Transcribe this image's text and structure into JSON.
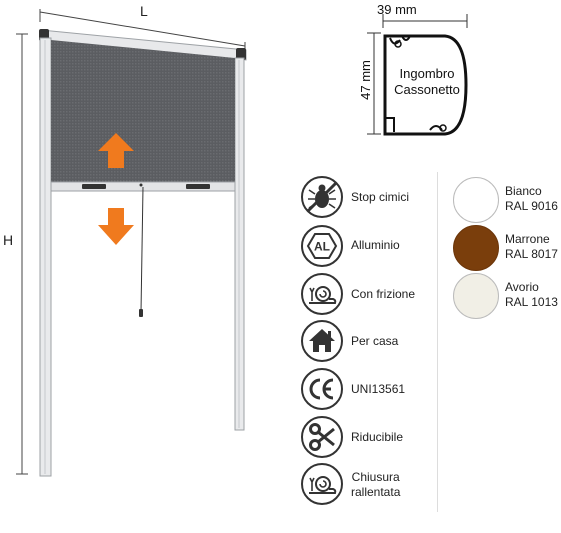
{
  "product": {
    "dimension_width": "L",
    "dimension_height": "H"
  },
  "box_section": {
    "width_label": "39 mm",
    "height_label": "47 mm",
    "title_line1": "Ingombro",
    "title_line2": "Cassonetto"
  },
  "features": [
    {
      "icon": "stop-bug-icon",
      "label": "Stop cimici"
    },
    {
      "icon": "aluminium-icon",
      "label": "Alluminio",
      "badge": "AL"
    },
    {
      "icon": "snail-icon",
      "label": "Con frizione"
    },
    {
      "icon": "house-icon",
      "label": "Per casa"
    },
    {
      "icon": "ce-mark-icon",
      "label": "UNI13561"
    },
    {
      "icon": "scissors-icon",
      "label": "Riducibile"
    },
    {
      "icon": "snail-slow-icon",
      "label_line1": "Chiusura",
      "label_line2": "rallentata"
    }
  ],
  "colors": [
    {
      "name": "Bianco",
      "code": "RAL 9016",
      "hex": "#ffffff"
    },
    {
      "name": "Marrone",
      "code": "RAL 8017",
      "hex": "#7a3e0c"
    },
    {
      "name": "Avorio",
      "code": "RAL 1013",
      "hex": "#f1efe6"
    }
  ],
  "accent": "#f07a1e"
}
